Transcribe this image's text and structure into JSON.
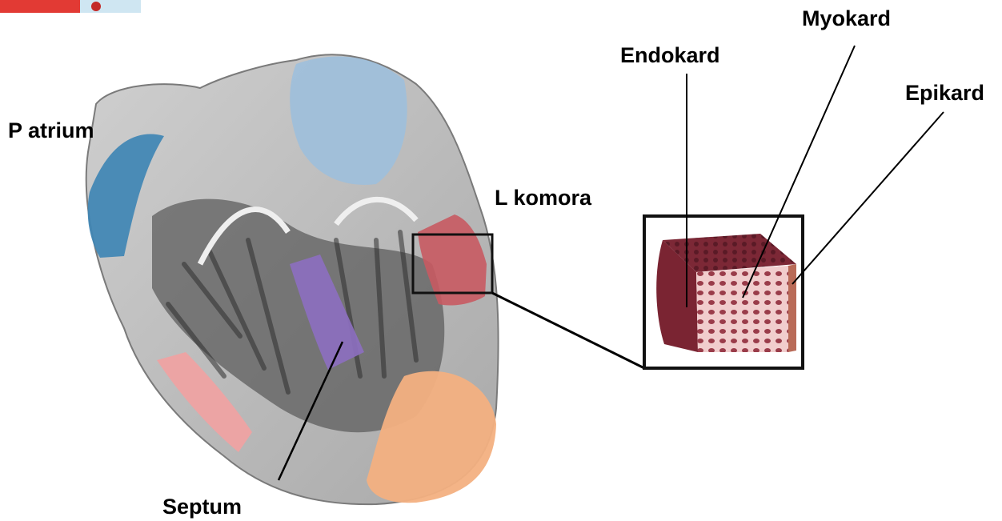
{
  "labels": {
    "p_atrium": "P atrium",
    "l_komora": "L komora",
    "septum": "Septum",
    "endokard": "Endokard",
    "myokard": "Myokard",
    "epikard": "Epikard"
  },
  "colors": {
    "right_atrium": "#3f86b4",
    "aorta_region": "#9dbfdc",
    "left_ventricle_wall": "#c85a62",
    "septum": "#8c6fbf",
    "right_ventricle_wall": "#eea2a2",
    "apex": "#f3b081",
    "tissue": "#8a2f3e",
    "tissue_light": "#f0c8c8"
  }
}
